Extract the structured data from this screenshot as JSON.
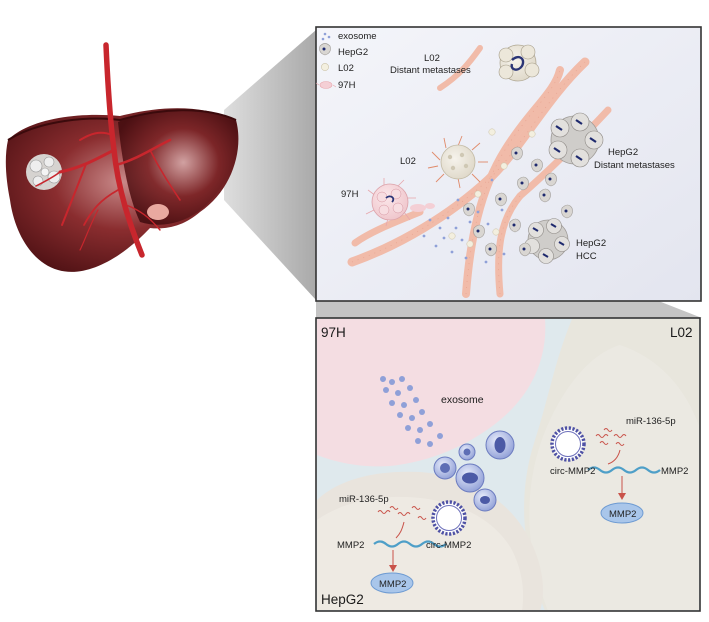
{
  "top_panel": {
    "legend": [
      {
        "label": "exosome"
      },
      {
        "label": "HepG2"
      },
      {
        "label": "L02"
      },
      {
        "label": "97H"
      }
    ],
    "labels": {
      "l02_distant_1": "L02",
      "l02_distant_2": "Distant metastases",
      "l02_cluster": "L02",
      "h97": "97H",
      "hepg2_distant_1": "HepG2",
      "hepg2_distant_2": "Distant metastases",
      "hepg2_hcc_1": "HepG2",
      "hepg2_hcc_2": "HCC"
    }
  },
  "bottom_panel": {
    "corner_97h": "97H",
    "corner_l02": "L02",
    "corner_hepg2": "HepG2",
    "exosome": "exosome",
    "right": {
      "mir": "miR-136-5p",
      "circ": "circ-MMP2",
      "mmp2_mrna": "MMP2",
      "mmp2_protein": "MMP2"
    },
    "left": {
      "mir": "miR-136-5p",
      "circ": "circ-MMP2",
      "mmp2_mrna": "MMP2",
      "mmp2_protein": "MMP2"
    }
  },
  "colors": {
    "liver": "#6b1a1c",
    "artery": "#c0282e",
    "panel_bg": "#eef0f6",
    "vessel": "#f2c3b3",
    "pink_cell": "#f4d3d7",
    "beige_cell": "#e7e2d6",
    "mmp2_protein": "#a9c6ea",
    "circ_rna": "#5a5aa8",
    "mirna": "#c9534a"
  }
}
